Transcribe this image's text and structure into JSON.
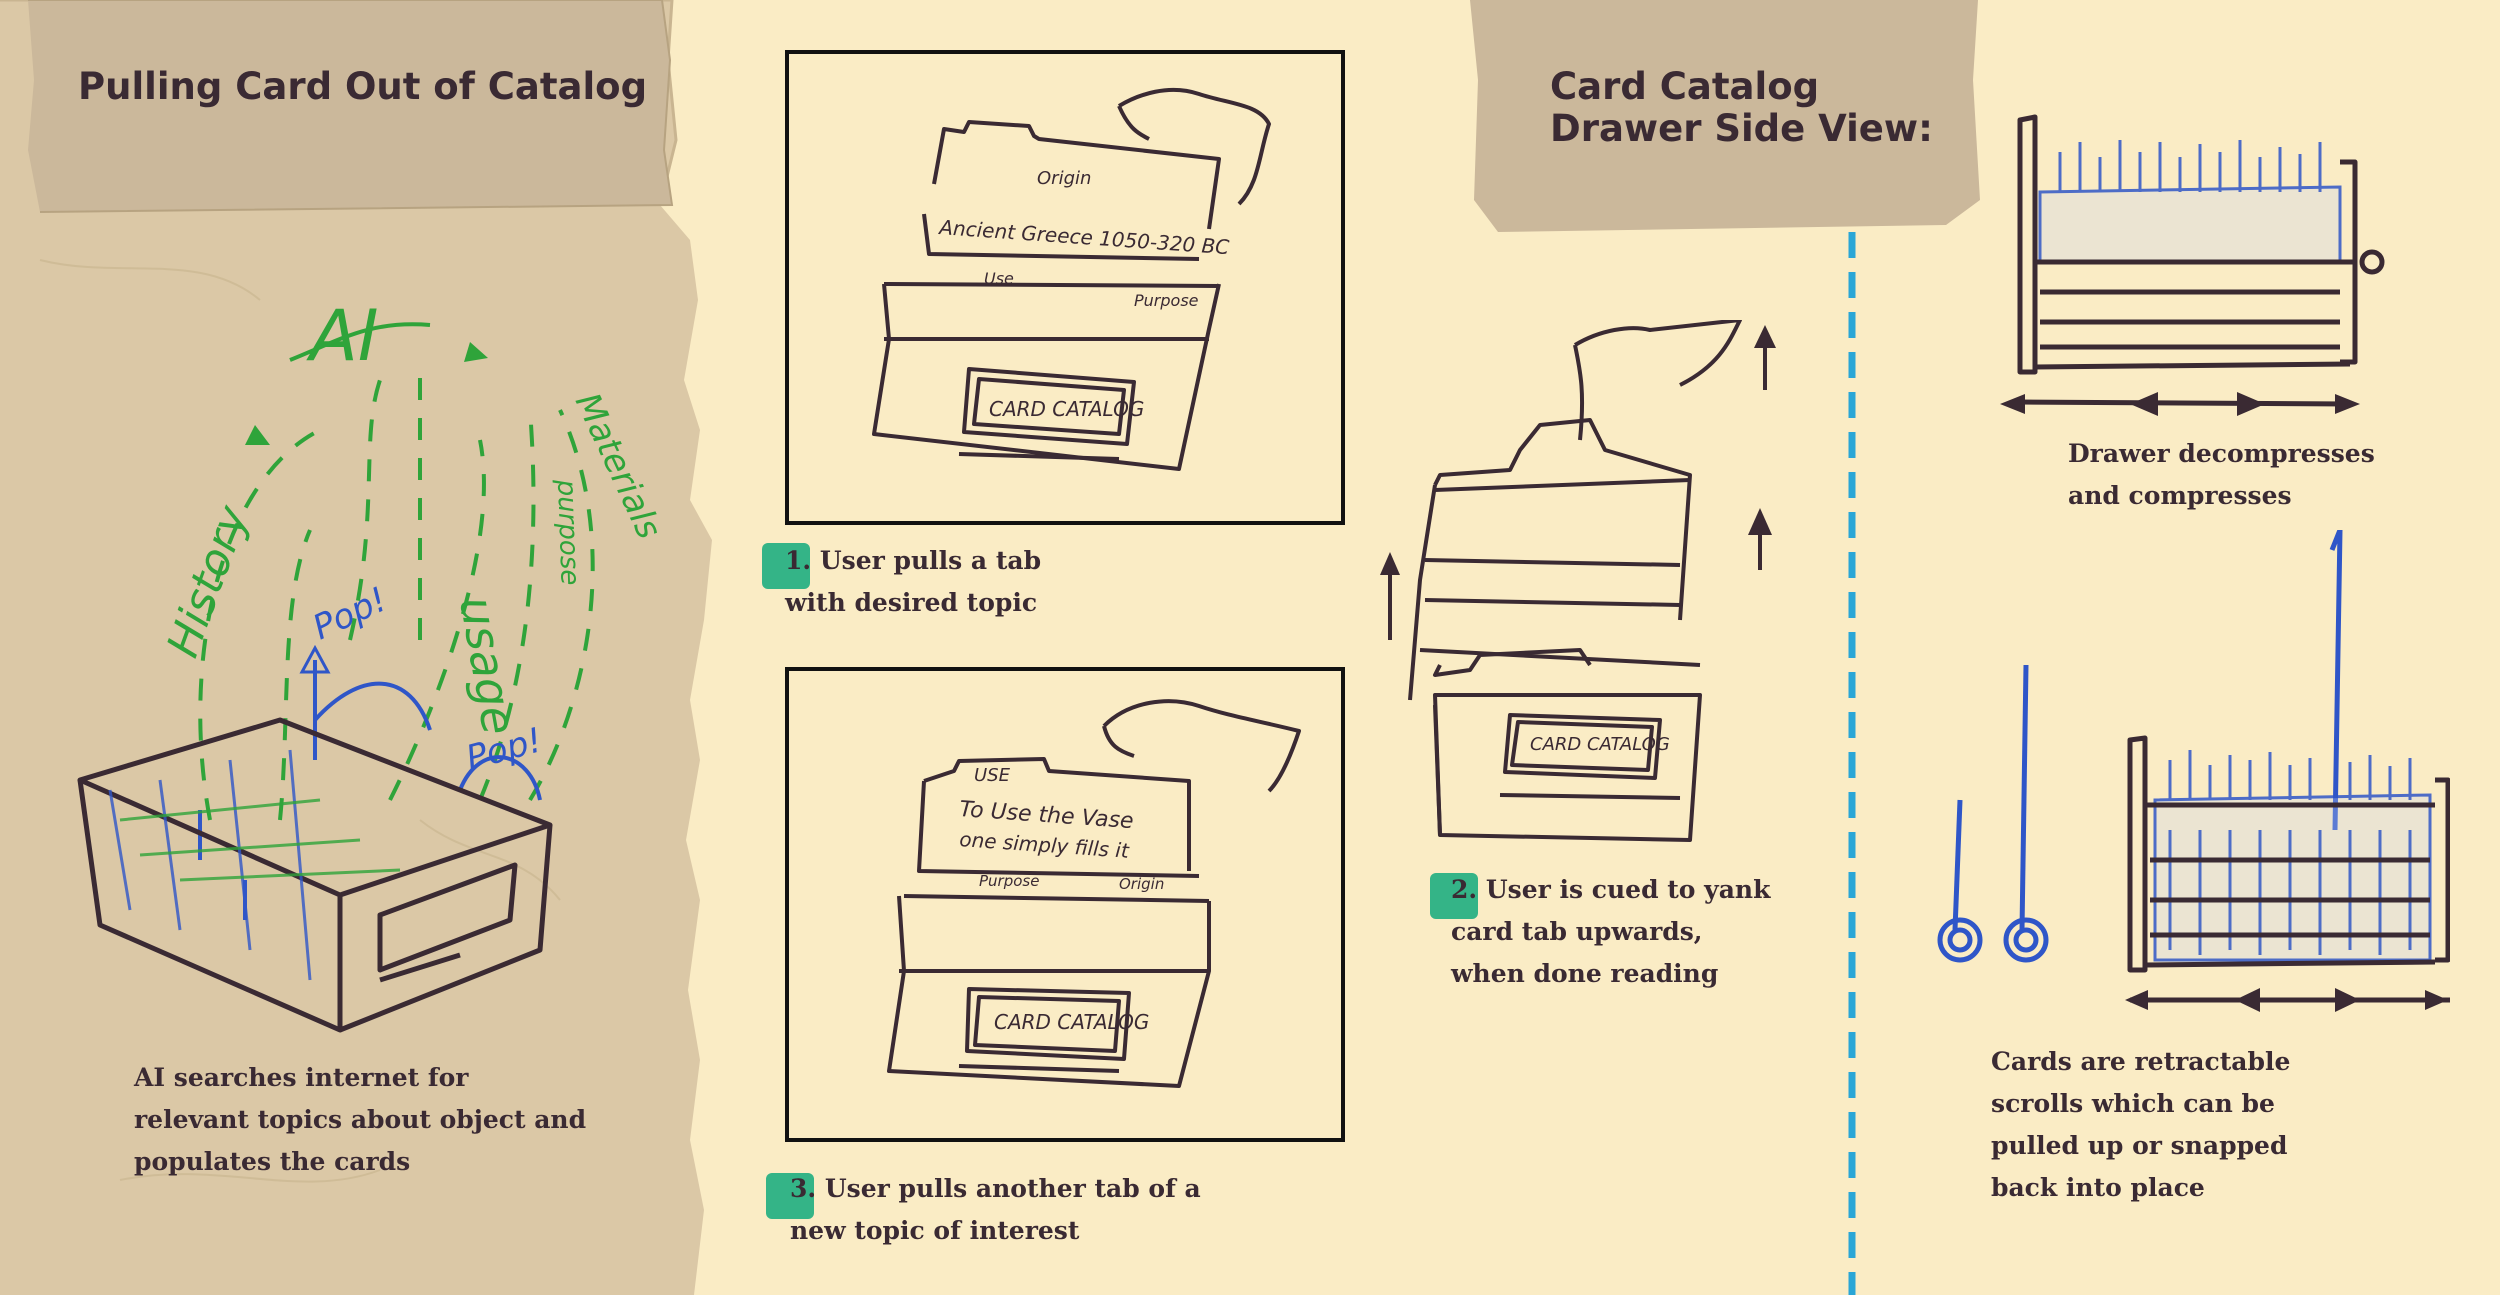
{
  "left_panel": {
    "title": "Pulling Card Out of Catalog",
    "caption": [
      "AI searches internet for",
      "relevant topics about object and",
      "populates the cards"
    ],
    "sketch_labels": {
      "ai": "AI",
      "history": "History",
      "usage": "usage",
      "materials": "Materials",
      "purpose": "purpose",
      "pop1": "Pop!",
      "pop2": "Pop!"
    }
  },
  "steps": [
    {
      "number": "1.",
      "lines": [
        "User pulls a tab",
        "with desired topic"
      ],
      "sketch_text": {
        "tab": "Origin",
        "card": "Ancient Greece 1050-320 BC",
        "left_tab": "Use",
        "right_tab": "Purpose",
        "drawer_label": "CARD CATALOG"
      }
    },
    {
      "number": "2.",
      "lines": [
        "User is cued to yank",
        "card tab upwards,",
        "when done reading"
      ],
      "sketch_text": {
        "drawer_label": "CARD CATALOG"
      }
    },
    {
      "number": "3.",
      "lines": [
        "User pulls another tab of a",
        "new topic of interest"
      ],
      "sketch_text": {
        "tab": "USE",
        "card_line1": "To Use the Vase",
        "card_line2": "one simply fills it",
        "left_tab": "Purpose",
        "right_tab": "Origin",
        "drawer_label": "CARD CATALOG"
      }
    }
  ],
  "side_view": {
    "title": [
      "Card Catalog",
      "Drawer Side View:"
    ],
    "captions": {
      "drawer": [
        "Drawer decompresses",
        "and compresses"
      ],
      "cards": [
        "Cards are retractable",
        "scrolls which can be",
        "pulled up or snapped",
        "back into place"
      ]
    }
  },
  "colors": {
    "background": "#faecc5",
    "paper": "#dbc8a6",
    "ink": "#3a2a33",
    "green": "#2fa43a",
    "blue": "#2f56c8",
    "badge": "#34b487",
    "divider": "#2aa6d6"
  }
}
